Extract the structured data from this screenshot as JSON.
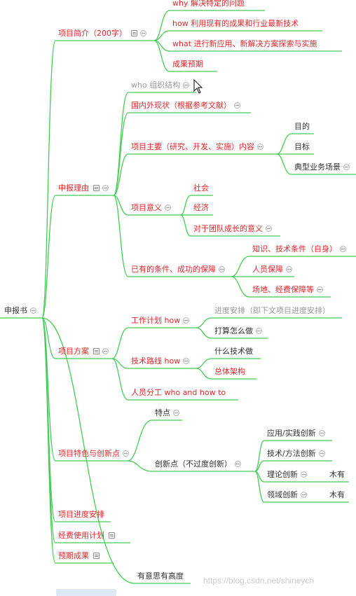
{
  "root": "申报书",
  "branches": [
    {
      "label": "项目简介（200字）",
      "color": "red",
      "note": true,
      "children": [
        {
          "label": "why 解决特定的问题",
          "color": "red"
        },
        {
          "label": "how 利用现有的成果和行业最新技术",
          "color": "red"
        },
        {
          "label": "what 进行新应用、新解决方案探索与实施",
          "color": "red"
        },
        {
          "label": "成果预期",
          "color": "red"
        }
      ]
    },
    {
      "label": "申报理由",
      "color": "red",
      "note": true,
      "children": [
        {
          "label": "who 组织结构",
          "color": "gray"
        },
        {
          "label": "国内外现状（根据参考文献）",
          "color": "red"
        },
        {
          "label": "项目主要（研究、开发、实施）内容",
          "color": "red",
          "children": [
            {
              "label": "目的",
              "color": "dark"
            },
            {
              "label": "目标",
              "color": "dark"
            },
            {
              "label": "典型业务场景",
              "color": "dark"
            }
          ]
        },
        {
          "label": "项目意义",
          "color": "red",
          "children": [
            {
              "label": "社会",
              "color": "red"
            },
            {
              "label": "经济",
              "color": "red"
            },
            {
              "label": "对于团队成长的意义",
              "color": "red"
            }
          ]
        },
        {
          "label": "已有的条件、成功的保障",
          "color": "red",
          "children": [
            {
              "label": "知识、技术条件（自身）",
              "color": "red"
            },
            {
              "label": "人员保障",
              "color": "red"
            },
            {
              "label": "场地、经费保障等",
              "color": "red"
            }
          ]
        }
      ]
    },
    {
      "label": "项目方案",
      "color": "red",
      "note": true,
      "children": [
        {
          "label": "工作计划 how",
          "color": "red",
          "children": [
            {
              "label": "进度安排（即下文项目进度安排）",
              "color": "gray"
            },
            {
              "label": "打算怎么做",
              "color": "dark"
            }
          ]
        },
        {
          "label": "技术路线 how",
          "color": "red",
          "children": [
            {
              "label": "什么技术做",
              "color": "dark"
            },
            {
              "label": "总体架构",
              "color": "red"
            }
          ]
        },
        {
          "label": "人员分工 who and how to",
          "color": "red"
        }
      ]
    },
    {
      "label": "项目特色与创新点",
      "color": "red",
      "children": [
        {
          "label": "特点",
          "color": "dark"
        },
        {
          "label": "创新点（不过度创新）",
          "color": "dark",
          "children": [
            {
              "label": "应用/实践创新",
              "color": "dark"
            },
            {
              "label": "技术/方法创新",
              "color": "dark"
            },
            {
              "label": "理论创新",
              "color": "dark",
              "extra": "木有"
            },
            {
              "label": "领域创新",
              "color": "dark",
              "extra": "木有"
            }
          ]
        }
      ]
    },
    {
      "label": "项目进度安排",
      "color": "red"
    },
    {
      "label": "经费使用计划",
      "color": "red",
      "note": true
    },
    {
      "label": "预期成果",
      "color": "red",
      "note": true
    },
    {
      "label": "有意思有高度",
      "color": "dark"
    }
  ],
  "watermark": "https://blog.csdn.net/shineych",
  "colors": {
    "line": "#44cc55",
    "red": "#e6252a",
    "dark": "#333333",
    "gray": "#9a9a9a"
  }
}
